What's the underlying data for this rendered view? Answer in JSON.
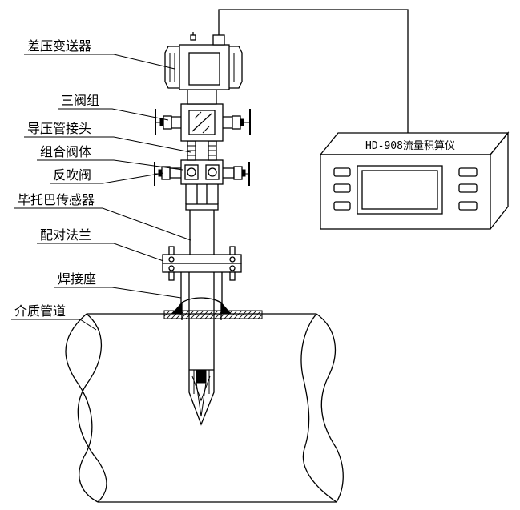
{
  "labels": {
    "dp_transmitter": "差压变送器",
    "three_valve": "三阀组",
    "impulse_connector": "导压管接头",
    "combined_valve_body": "组合阀体",
    "blowback_valve": "反吹阀",
    "pitot_sensor": "毕托巴传感器",
    "mating_flange": "配对法兰",
    "weld_seat": "焊接座",
    "medium_pipe": "介质管道"
  },
  "instrument": {
    "title": "HD-908流量积算仪"
  }
}
